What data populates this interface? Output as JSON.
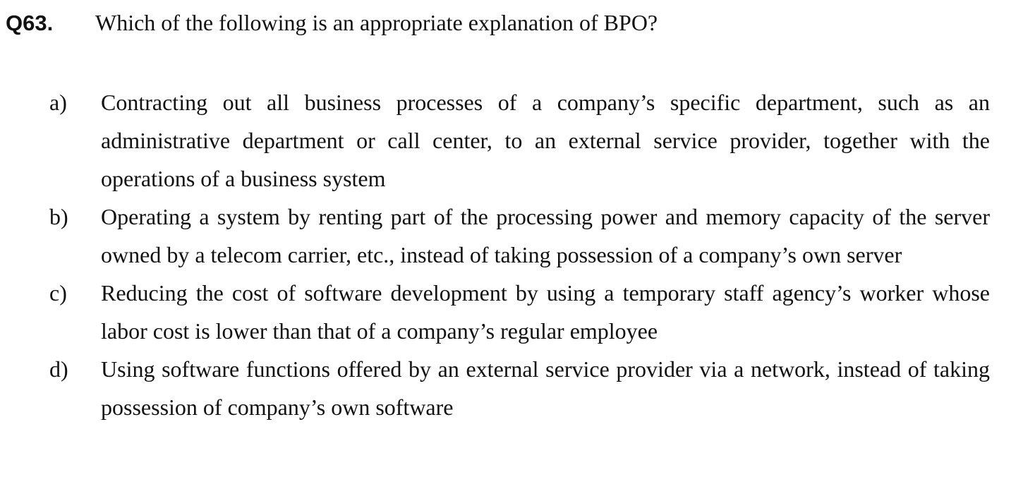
{
  "question": {
    "number": "Q63.",
    "text": "Which of the following is an appropriate explanation of BPO?"
  },
  "options": [
    {
      "letter": "a)",
      "text": "Contracting out all business processes of a company’s specific department, such as an administrative department or call center, to an external service provider, together with the operations of a business system"
    },
    {
      "letter": "b)",
      "text": "Operating a system by renting part of the processing power and memory capacity of the server owned by a telecom carrier, etc., instead of taking possession of a company’s own server"
    },
    {
      "letter": "c)",
      "text": "Reducing the cost of software development by using a temporary staff agency’s worker whose labor cost is lower than that of a company’s regular employee"
    },
    {
      "letter": "d)",
      "text": "Using software functions offered by an external service provider via a network, instead of taking possession of company’s own software"
    }
  ]
}
